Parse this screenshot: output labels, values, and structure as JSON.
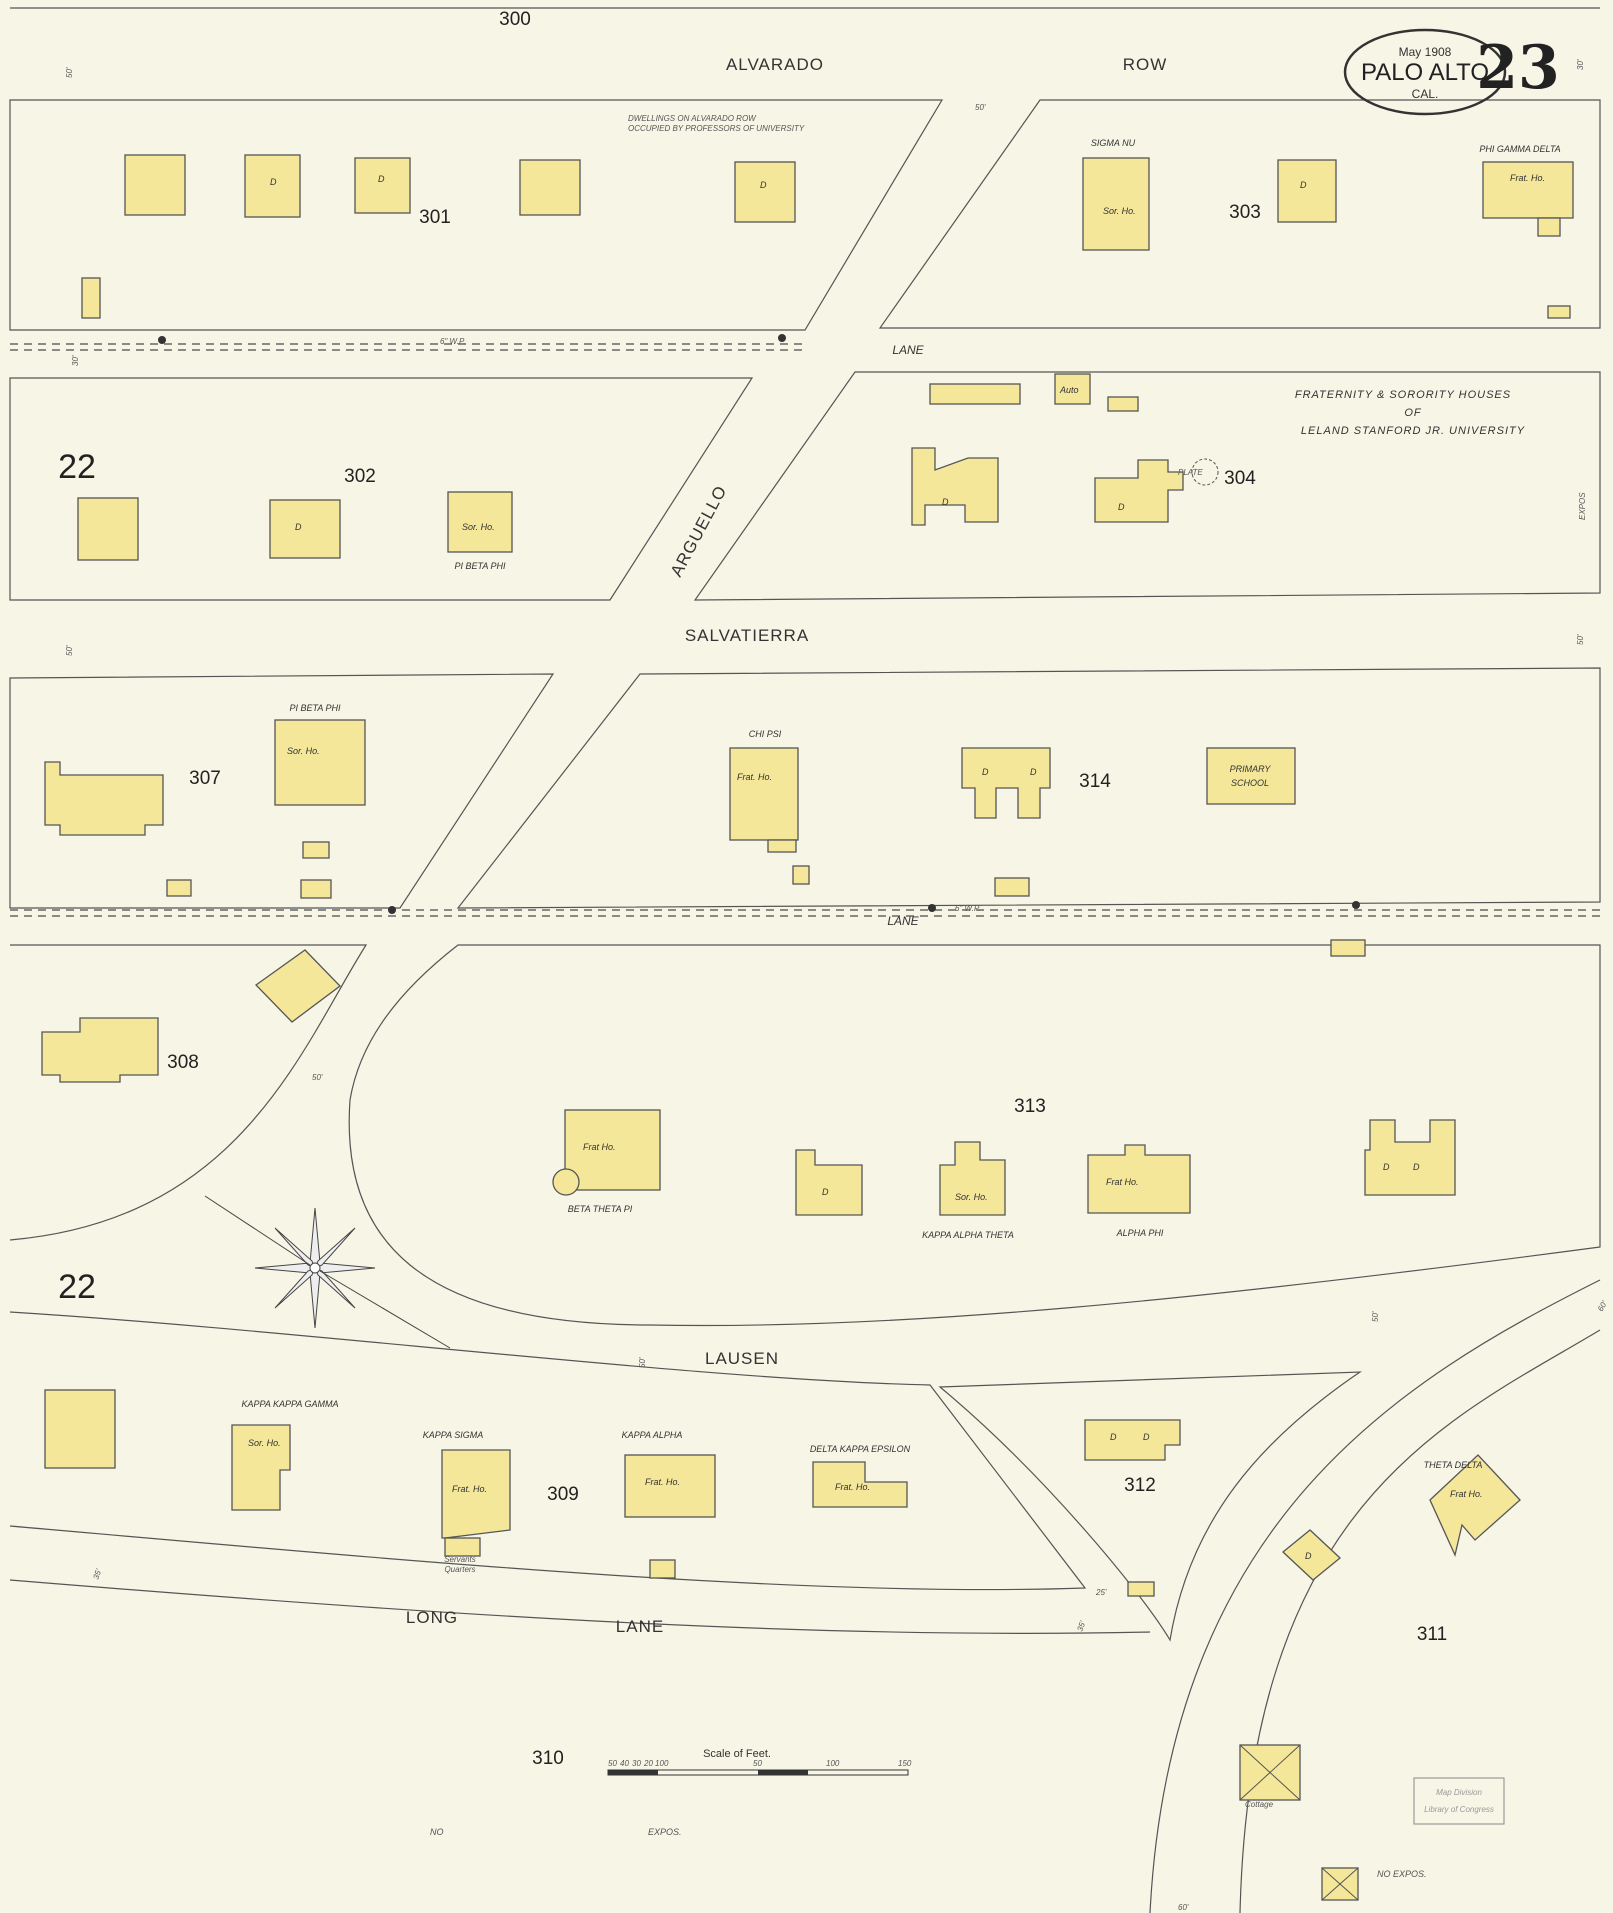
{
  "header": {
    "date": "May 1908",
    "city": "PALO ALTO",
    "state": "CAL.",
    "sheet_number": "23",
    "adjoining_sheet": "300"
  },
  "streets": {
    "alvarado": "ALVARADO",
    "row": "ROW",
    "arguello": "ARGUELLO",
    "salvatierra": "SALVATIERRA",
    "lausen": "LAUSEN",
    "long": "LONG",
    "lane_word": "LANE",
    "lane_mid": "LANE"
  },
  "notes": {
    "dwellings_1": "DWELLINGS ON ALVARADO ROW",
    "dwellings_2": "OCCUPIED BY PROFESSORS OF UNIVERSITY",
    "title_1": "FRATERNITY & SORORITY HOUSES",
    "title_2": "OF",
    "title_3": "LELAND STANFORD JR. UNIVERSITY",
    "no_expos": "NO EXPOS.",
    "no": "NO",
    "expos": "EXPOS.",
    "expos_side": "EXPOS",
    "water_pipe": "6\" W.P."
  },
  "blocks": {
    "b300": "300",
    "b301": "301",
    "b302": "302",
    "b303": "303",
    "b304": "304",
    "b307": "307",
    "b308": "308",
    "b309": "309",
    "b310": "310",
    "b311": "311",
    "b312": "312",
    "b313": "313",
    "b314": "314",
    "ref22a": "22",
    "ref22b": "22"
  },
  "buildings": {
    "sigma_nu": "SIGMA NU",
    "phi_gamma_delta": "PHI GAMMA DELTA",
    "pi_beta_phi_1": "PI BETA PHI",
    "pi_beta_phi_2": "PI BETA PHI",
    "chi_psi": "CHI PSI",
    "primary_school_1": "PRIMARY",
    "primary_school_2": "SCHOOL",
    "beta_theta_pi": "BETA THETA PI",
    "kappa_alpha_theta": "KAPPA ALPHA THETA",
    "alpha_phi": "ALPHA PHI",
    "kappa_kappa_gamma": "KAPPA KAPPA GAMMA",
    "kappa_sigma": "KAPPA SIGMA",
    "kappa_alpha": "KAPPA ALPHA",
    "delta_kappa_epsilon": "DELTA KAPPA EPSILON",
    "theta_delta": "THETA DELTA",
    "sor_ho": "Sor. Ho.",
    "frat_ho": "Frat. Ho.",
    "frat_ho_2": "Frat Ho.",
    "dwelling": "D",
    "servants_quarters_1": "Servants",
    "servants_quarters_2": "Quarters",
    "auto": "Auto",
    "cottage": "Cottage",
    "plate": "PLATE"
  },
  "scale": {
    "title": "Scale of Feet.",
    "ticks": [
      "50",
      "40",
      "30",
      "20",
      "10",
      "0",
      "50",
      "100",
      "150"
    ]
  },
  "dimensions": {
    "d50": "50'",
    "d30": "30'",
    "d35": "35'",
    "d25": "25'",
    "d60": "60'"
  },
  "stamp": {
    "line1": "Map Division",
    "line2": "Library of Congress"
  },
  "colors": {
    "paper": "#f7f5e6",
    "building_fill": "#f5e79a",
    "ink": "#555555"
  }
}
